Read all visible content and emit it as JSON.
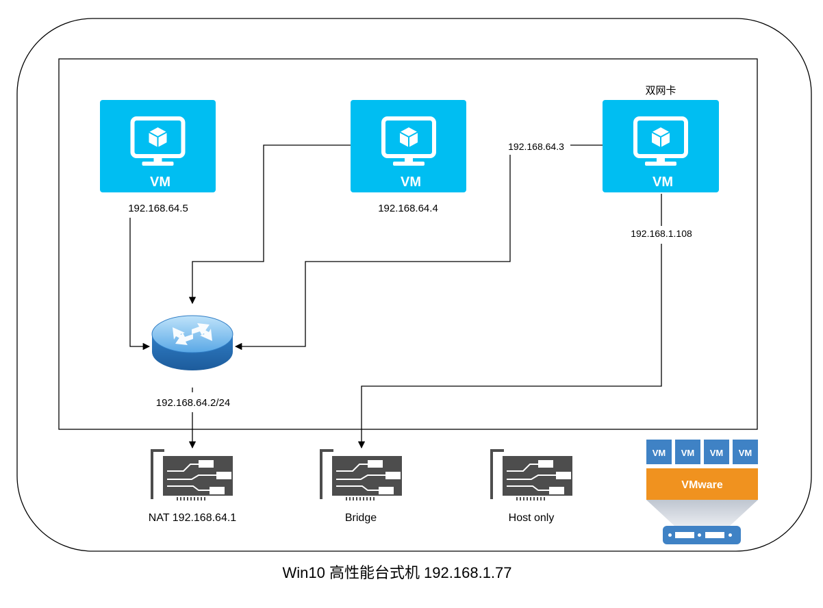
{
  "host": {
    "caption": "Win10 高性能台式机 192.168.1.77"
  },
  "vms": [
    {
      "label": "VM",
      "ip": "192.168.64.5"
    },
    {
      "label": "VM",
      "ip": "192.168.64.4"
    },
    {
      "label": "VM",
      "caption": "双网卡",
      "ip_nat": "192.168.64.3",
      "ip_bridge": "192.168.1.108"
    }
  ],
  "router": {
    "ip": "192.168.64.2/24"
  },
  "adapters": [
    {
      "label": "NAT 192.168.64.1"
    },
    {
      "label": "Bridge"
    },
    {
      "label": "Host only"
    }
  ],
  "vmware_stack": {
    "vm_labels": [
      "VM",
      "VM",
      "VM",
      "VM"
    ],
    "hypervisor_label": "VMware"
  },
  "colors": {
    "vm_blue": "#00BEF2",
    "router_blue": "#3E8FD6",
    "nic_gray": "#4D4D4D",
    "vmware_orange": "#F0921F",
    "vmware_blue": "#3F82C5"
  }
}
